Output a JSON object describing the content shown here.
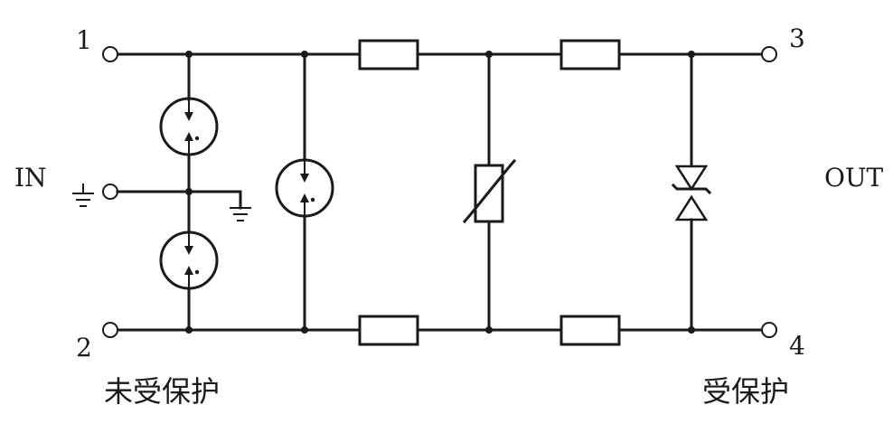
{
  "terminals": {
    "t1": "1",
    "t2": "2",
    "t3": "3",
    "t4": "4"
  },
  "sides": {
    "input": "IN",
    "output": "OUT"
  },
  "captions": {
    "unprotected": "未受保护",
    "protected": "受保护"
  }
}
